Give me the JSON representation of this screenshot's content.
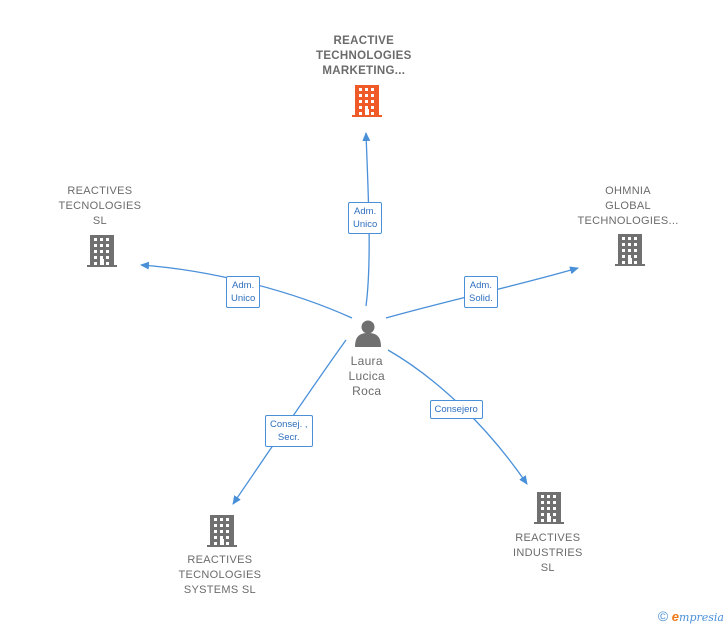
{
  "center": {
    "name_lines": [
      "Laura",
      "Lucica",
      "Roca"
    ]
  },
  "companies": [
    {
      "id": "marketing",
      "lines": [
        "REACTIVE",
        "TECHNOLOGIES",
        "MARKETING..."
      ],
      "color": "#f05a28",
      "highlight": true
    },
    {
      "id": "tecnologies",
      "lines": [
        "REACTIVES",
        "TECNOLOGIES",
        "SL"
      ],
      "color": "#707070"
    },
    {
      "id": "ohmnia",
      "lines": [
        "OHMNIA",
        "GLOBAL",
        "TECHNOLOGIES..."
      ],
      "color": "#707070"
    },
    {
      "id": "systems",
      "lines": [
        "REACTIVES",
        "TECNOLOGIES",
        "SYSTEMS  SL"
      ],
      "color": "#707070"
    },
    {
      "id": "industries",
      "lines": [
        "REACTIVES",
        "INDUSTRIES",
        "SL"
      ],
      "color": "#707070"
    }
  ],
  "edges": [
    {
      "to": "marketing",
      "label_lines": [
        "Adm.",
        "Unico"
      ]
    },
    {
      "to": "tecnologies",
      "label_lines": [
        "Adm.",
        "Unico"
      ]
    },
    {
      "to": "ohmnia",
      "label_lines": [
        "Adm.",
        "Solid."
      ]
    },
    {
      "to": "systems",
      "label_lines": [
        "Consej. ,",
        "Secr."
      ]
    },
    {
      "to": "industries",
      "label_lines": [
        "Consejero"
      ]
    }
  ],
  "colors": {
    "edge": "#4a90d9",
    "person": "#707070"
  },
  "footer": {
    "copyright": "©",
    "brand_initial": "e",
    "brand_rest": "mpresia"
  }
}
